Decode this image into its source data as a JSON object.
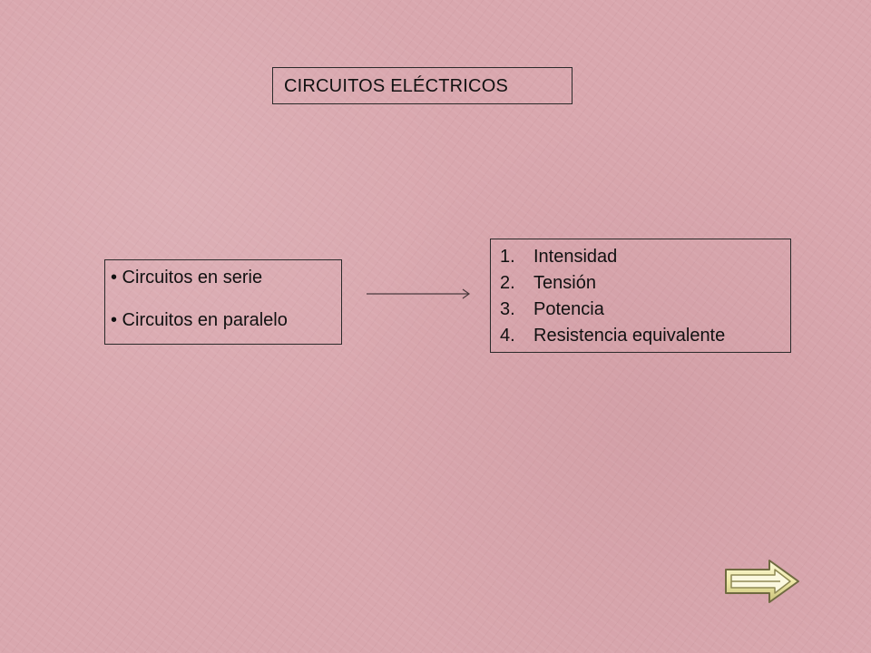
{
  "title": "CIRCUITOS ELÉCTRICOS",
  "circuit_types": [
    "• Circuitos en serie",
    "• Circuitos en paralelo"
  ],
  "magnitudes": [
    {
      "number": "1.",
      "label": "Intensidad"
    },
    {
      "number": "2.",
      "label": "Tensión"
    },
    {
      "number": "3.",
      "label": "Potencia"
    },
    {
      "number": "4.",
      "label": "Resistencia equivalente"
    }
  ],
  "icons": {
    "connector": "right-arrow-icon",
    "navigation": "next-slide-arrow-icon"
  },
  "colors": {
    "background": "#d9a7ae",
    "border": "#2a2a2a",
    "nav_arrow_fill": "#eee8a6"
  }
}
